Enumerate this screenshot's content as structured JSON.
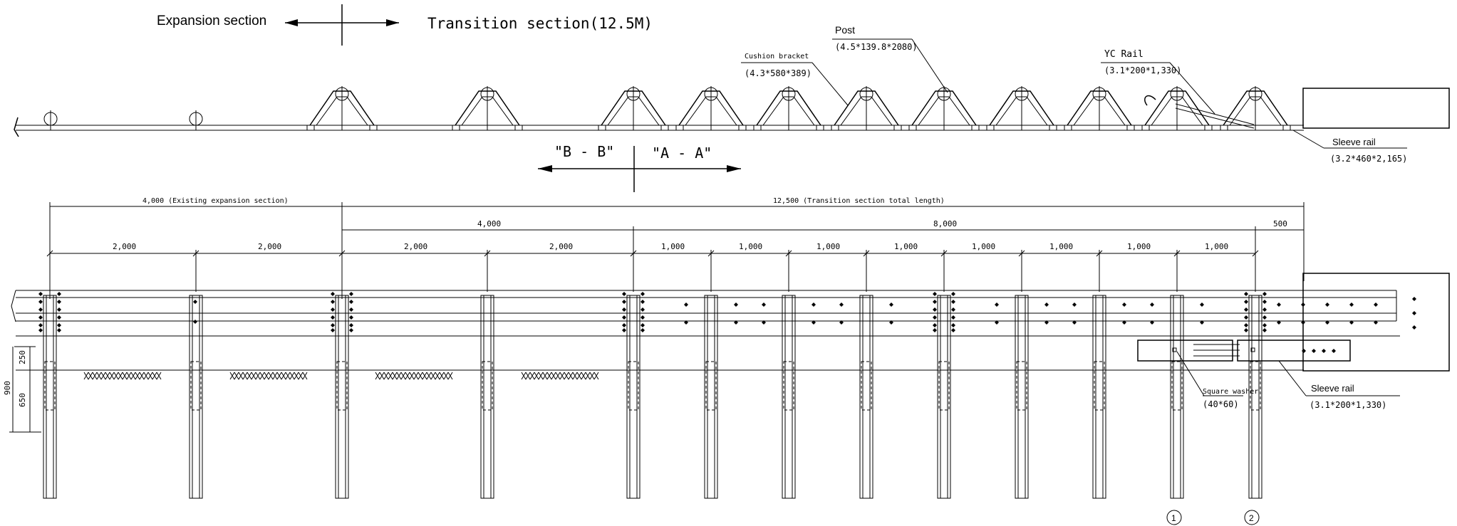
{
  "header": {
    "expansion_label": "Expansion section",
    "transition_label": "Transition section(12.5M)"
  },
  "section_marks": {
    "left": "\"B - B\"",
    "right": "\"A - A\""
  },
  "callouts": {
    "post_name": "Post",
    "post_dims": "(4.5*139.8*2080)",
    "cushion_name": "Cushion bracket",
    "cushion_dims": "(4.3*580*389)",
    "yc_name": "YC Rail",
    "yc_dims": "(3.1*200*1,330)",
    "sleeve_top_name": "Sleeve rail",
    "sleeve_top_dims": "(3.2*460*2,165)",
    "washer_name": "Square washer",
    "washer_dims": "(40*60)",
    "sleeve_bot_name": "Sleeve rail",
    "sleeve_bot_dims": "(3.1*200*1,330)"
  },
  "dimensions": {
    "total_existing": "4,000 (Existing expansion section)",
    "total_transition": "12,500 (Transition section total length)",
    "mid_4000": "4,000",
    "mid_8000": "8,000",
    "mid_500": "500",
    "spans": [
      "2,000",
      "2,000",
      "2,000",
      "2,000",
      "1,000",
      "1,000",
      "1,000",
      "1,000",
      "1,000",
      "1,000",
      "1,000",
      "1,000"
    ],
    "height_total": "900",
    "height_upper": "250",
    "height_lower": "650"
  },
  "post_markers": [
    "1",
    "2"
  ]
}
